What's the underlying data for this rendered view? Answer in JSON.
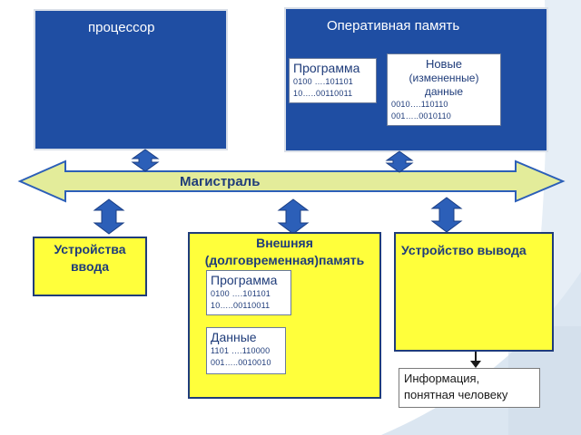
{
  "processor": {
    "label": "процессор"
  },
  "ram": {
    "label": "Оперативная память",
    "program": {
      "title": "Программа",
      "lines": [
        "0100 ….101101",
        "10…..00110011"
      ]
    },
    "newdata": {
      "title_lines": [
        "Новые",
        "(измененные)",
        "данные"
      ],
      "lines": [
        "0010….110110",
        "001…..0010110"
      ]
    }
  },
  "bus": {
    "label": "Магистраль"
  },
  "input": {
    "label_lines": [
      "Устройства",
      "ввода"
    ]
  },
  "external": {
    "label_lines": [
      "Внешняя",
      "(долговременная)память"
    ],
    "program": {
      "title": "Программа",
      "lines": [
        "0100 ….101101",
        "10…..00110011"
      ]
    },
    "data": {
      "title": "Данные",
      "lines": [
        "1101 ….110000",
        "001…..0010010"
      ]
    }
  },
  "output": {
    "label": "Устройство вывода"
  },
  "info": {
    "lines": [
      "Информация,",
      "понятная человеку"
    ]
  },
  "colors": {
    "blue": "#1f4ea3",
    "yellow": "#ffff3b",
    "bus_fill": "#e3ec9a",
    "arrow_fill": "#2c5fb8"
  }
}
